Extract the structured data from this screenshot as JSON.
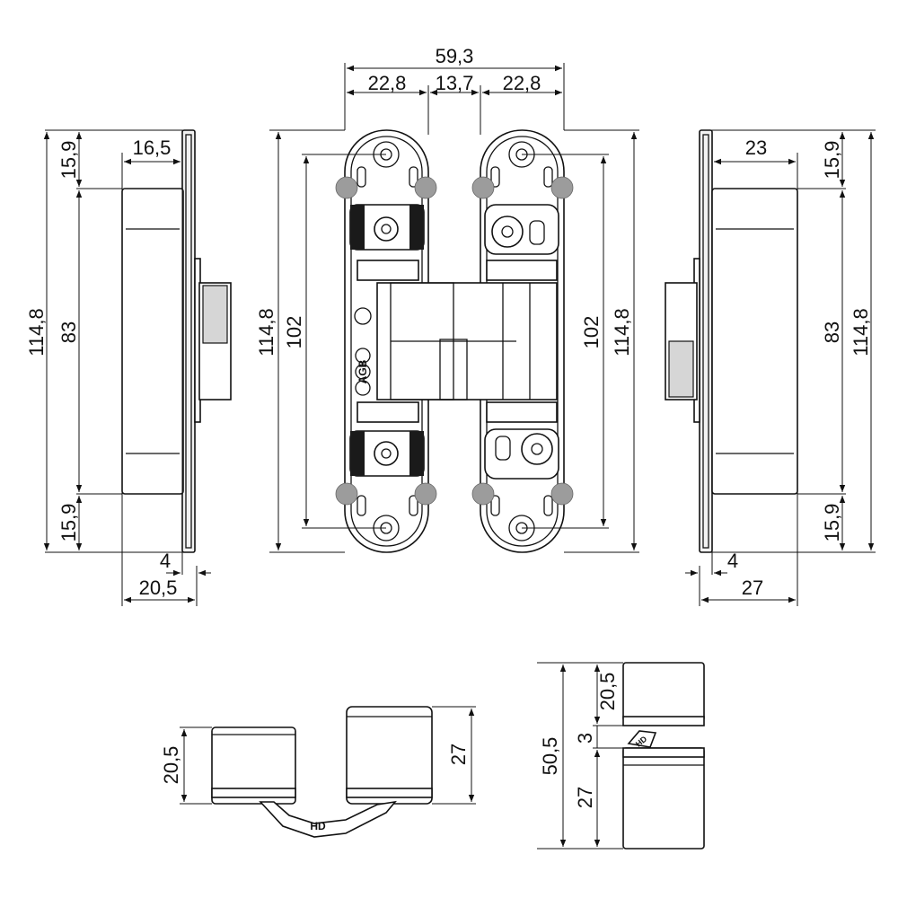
{
  "dimensions": {
    "overall_width": "59,3",
    "plate_width_left": "22,8",
    "center_gap": "13,7",
    "plate_width_right": "22,8",
    "left_top_offset": "15,9",
    "left_depth": "16,5",
    "left_overall_height": "114,8",
    "left_body_height": "83",
    "left_bottom_offset": "15,9",
    "left_flange": "4",
    "left_total_depth": "20,5",
    "front_overall_height": "114,8",
    "front_hole_spacing": "102",
    "front_right_hole_spacing": "102",
    "front_right_overall_height": "114,8",
    "right_depth": "23",
    "right_top_offset": "15,9",
    "right_body_height": "83",
    "right_overall_height": "114,8",
    "right_bottom_offset": "15,9",
    "right_flange": "4",
    "right_total_depth": "27",
    "top_view_left_height": "20,5",
    "top_view_right_height": "27",
    "side_top_height": "20,5",
    "side_total_height": "50,5",
    "side_gap": "3",
    "side_bottom_height": "27"
  },
  "markings": {
    "arm_label": "HD",
    "logo": "AGB"
  }
}
